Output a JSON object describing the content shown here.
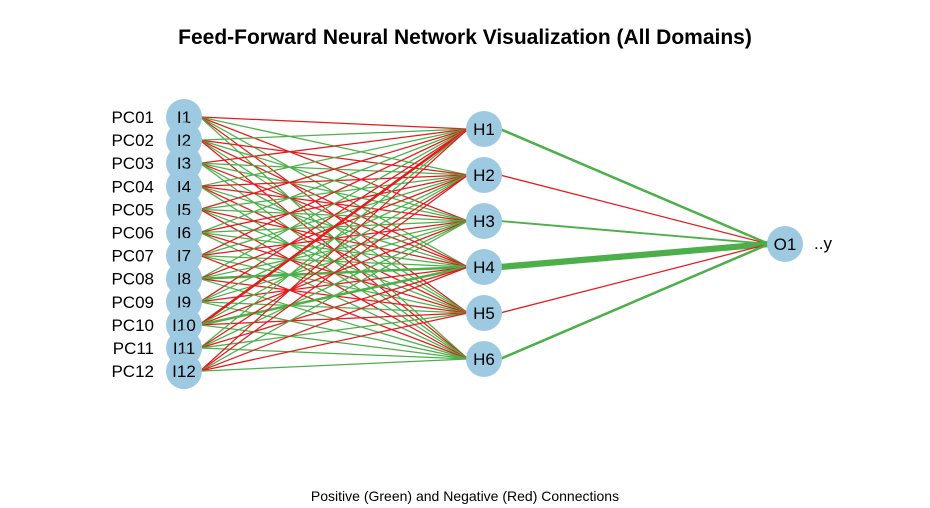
{
  "title": "Feed-Forward Neural Network Visualization (All Domains)",
  "caption": "Positive (Green) and Negative (Red) Connections",
  "colors": {
    "node": "#9ecae1",
    "positive": "#4daf4a",
    "negative": "#e41a1c"
  },
  "input_variables": [
    "PC01",
    "PC02",
    "PC03",
    "PC04",
    "PC05",
    "PC06",
    "PC07",
    "PC08",
    "PC09",
    "PC10",
    "PC11",
    "PC12"
  ],
  "output_variable": "..y",
  "layers": {
    "input": [
      "I1",
      "I2",
      "I3",
      "I4",
      "I5",
      "I6",
      "I7",
      "I8",
      "I9",
      "I10",
      "I11",
      "I12"
    ],
    "hidden": [
      "H1",
      "H2",
      "H3",
      "H4",
      "H5",
      "H6"
    ],
    "output": [
      "O1"
    ]
  },
  "input_hidden_weights": [
    [
      -1,
      1,
      -1,
      1,
      -1,
      1
    ],
    [
      1,
      -1,
      1,
      -1,
      1,
      -1
    ],
    [
      -1,
      1,
      1,
      -1,
      1,
      1
    ],
    [
      1,
      -1,
      -1,
      1,
      -1,
      1
    ],
    [
      -1,
      1,
      1,
      -1,
      1,
      -1
    ],
    [
      1,
      -1,
      1,
      1,
      -1,
      1
    ],
    [
      -1,
      1,
      -1,
      1,
      1,
      -1
    ],
    [
      1,
      -1,
      1,
      2,
      -1,
      1
    ],
    [
      -1,
      1,
      1,
      -1,
      1,
      1
    ],
    [
      -2,
      1,
      -1,
      2,
      -1,
      1
    ],
    [
      1,
      -1,
      1,
      -1,
      1,
      1
    ],
    [
      -1,
      -1,
      1,
      -1,
      -1,
      1
    ]
  ],
  "hidden_output_weights": [
    2,
    -1,
    1.5,
    5,
    -1,
    2
  ]
}
